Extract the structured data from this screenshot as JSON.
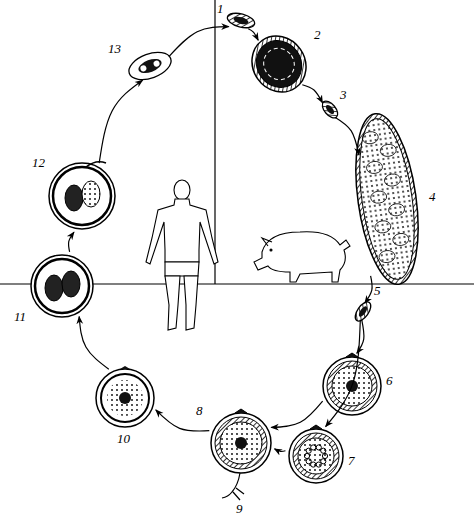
{
  "diagram": {
    "nodes": [
      {
        "text": [
          "1"
        ]
      },
      {
        "text": [
          "2"
        ]
      },
      {
        "text": [
          "3"
        ]
      },
      {
        "text": [
          "4"
        ]
      },
      {
        "text": [
          "5"
        ]
      },
      {
        "text": [
          "6"
        ]
      },
      {
        "text": [
          "7"
        ]
      },
      {
        "text": [
          "8"
        ]
      },
      {
        "text": [
          "10"
        ]
      },
      {
        "text": [
          "11"
        ]
      },
      {
        "text": [
          "12"
        ]
      },
      {
        "text": [
          "13"
        ]
      }
    ],
    "edges": [
      {
        "from": 0,
        "to": 1,
        "arrow": "to"
      },
      {
        "from": 1,
        "to": 2,
        "arrow": "to"
      },
      {
        "from": 2,
        "to": 3,
        "arrow": "to"
      },
      {
        "from": 3,
        "to": 4,
        "arrow": "to"
      },
      {
        "from": 4,
        "to": 5,
        "arrow": "to"
      },
      {
        "from": 4,
        "to": 6,
        "arrow": "to"
      },
      {
        "from": 5,
        "to": 7,
        "arrow": "to"
      },
      {
        "from": 6,
        "to": 7,
        "arrow": "to"
      },
      {
        "from": 7,
        "to": 8,
        "arrow": "to"
      },
      {
        "from": 8,
        "to": 9,
        "arrow": "to"
      },
      {
        "from": 9,
        "to": 10,
        "arrow": "to"
      },
      {
        "from": 10,
        "to": 11,
        "arrow": "to"
      },
      {
        "from": 11,
        "to": 0,
        "arrow": "to"
      }
    ],
    "labels": [
      "9"
    ]
  }
}
